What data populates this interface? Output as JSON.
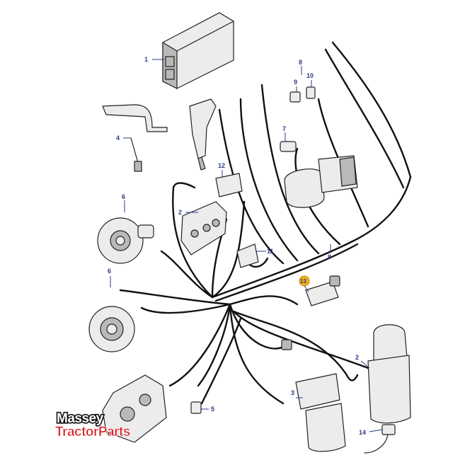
{
  "diagram": {
    "callouts": [
      {
        "id": "c1",
        "label": "1",
        "highlighted": false
      },
      {
        "id": "c2a",
        "label": "2",
        "highlighted": false
      },
      {
        "id": "c2b",
        "label": "2",
        "highlighted": false
      },
      {
        "id": "c3",
        "label": "3",
        "highlighted": false
      },
      {
        "id": "c4",
        "label": "4",
        "highlighted": false
      },
      {
        "id": "c5",
        "label": "5",
        "highlighted": false
      },
      {
        "id": "c6a",
        "label": "6",
        "highlighted": false
      },
      {
        "id": "c6b",
        "label": "6",
        "highlighted": false
      },
      {
        "id": "c7",
        "label": "7",
        "highlighted": false
      },
      {
        "id": "c8a",
        "label": "8",
        "highlighted": false
      },
      {
        "id": "c8b",
        "label": "8",
        "highlighted": false
      },
      {
        "id": "c9",
        "label": "9",
        "highlighted": false
      },
      {
        "id": "c10",
        "label": "10",
        "highlighted": false
      },
      {
        "id": "c11",
        "label": "11",
        "highlighted": false
      },
      {
        "id": "c12",
        "label": "12",
        "highlighted": false
      },
      {
        "id": "c13",
        "label": "13",
        "highlighted": true
      },
      {
        "id": "c14",
        "label": "14",
        "highlighted": false
      }
    ]
  },
  "logo": {
    "line1": "Massey",
    "line2_a": "Tractor",
    "line2_b": "Parts"
  },
  "colors": {
    "callout_text": "#2b3a8a",
    "highlight": "#f2b01e",
    "brand_red": "#d7191f"
  }
}
